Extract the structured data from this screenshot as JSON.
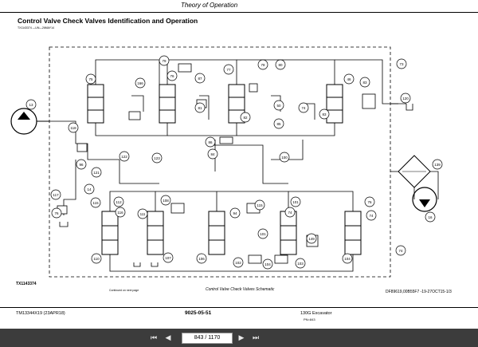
{
  "header": {
    "left_blank": "",
    "section": "Theory of Operation"
  },
  "title": "Control Valve Check Valves Identification and Operation",
  "title_id": "TX1143374 —UN—26MAY14",
  "schematic_ref": "TX1143374",
  "continued_note": "Continued on next page",
  "caption": "Control Valve Check Valves Schematic",
  "doc_ref": "DF89619,00B55F7 -19-27OCT15-1/3",
  "callouts": [
    "75",
    "166",
    "79",
    "76",
    "87",
    "77",
    "78",
    "82",
    "81",
    "50",
    "80",
    "85",
    "74",
    "83",
    "46",
    "73",
    "80",
    "120",
    "13",
    "118",
    "96",
    "122",
    "123",
    "86",
    "84",
    "100",
    "121",
    "139",
    "14",
    "116",
    "117",
    "115",
    "112",
    "76",
    "108",
    "116",
    "94",
    "115",
    "101",
    "111",
    "110",
    "107",
    "106",
    "105",
    "102",
    "104",
    "103",
    "106",
    "101",
    "104",
    "76",
    "74",
    "138",
    "16"
  ],
  "footer": {
    "doc_id": "TM13344X19 (23APR18)",
    "page_code": "9025-05-51",
    "machine": "130G Excavator",
    "page_label": "PN=843"
  },
  "viewer": {
    "page_indicator": "843 / 1170",
    "first_icon": "first-page-icon",
    "prev_icon": "prev-page-icon",
    "next_icon": "next-page-icon",
    "last_icon": "last-page-icon"
  }
}
